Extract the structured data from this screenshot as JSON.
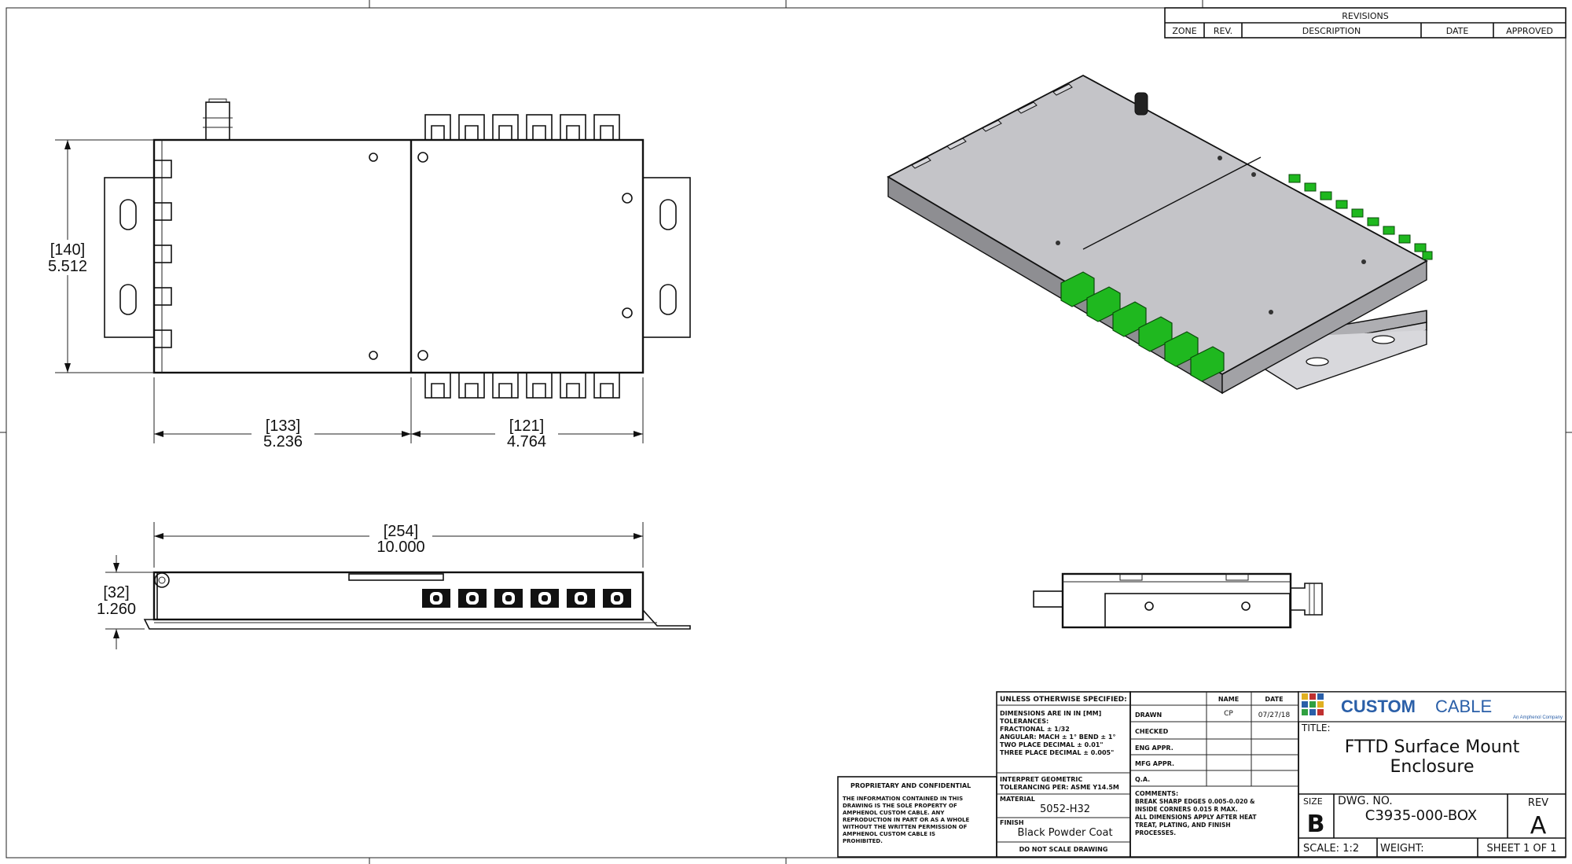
{
  "revisions": {
    "title": "REVISIONS",
    "columns": [
      "ZONE",
      "REV.",
      "DESCRIPTION",
      "DATE",
      "APPROVED"
    ]
  },
  "dimensions": {
    "height_mm": "[140]",
    "height_in": "5.512",
    "left_len_mm": "[133]",
    "left_len_in": "5.236",
    "right_len_mm": "[121]",
    "right_len_in": "4.764",
    "total_len_mm": "[254]",
    "total_len_in": "10.000",
    "depth_mm": "[32]",
    "depth_in": "1.260"
  },
  "title_block": {
    "unless": "UNLESS OTHERWISE SPECIFIED:",
    "dims_note": "DIMENSIONS ARE IN IN [MM]",
    "tolerances": "TOLERANCES:",
    "fractional": "FRACTIONAL ± 1/32",
    "angular": "ANGULAR: MACH ± 1° BEND ± 1°",
    "two_place": "TWO PLACE DECIMAL  ± 0.01\"",
    "three_place": "THREE PLACE DECIMAL ± 0.005\"",
    "interpret": "INTERPRET GEOMETRIC",
    "tol_per": "TOLERANCING PER: ASME Y14.5M",
    "material_label": "MATERIAL",
    "material": "5052-H32",
    "finish_label": "FINISH",
    "finish": "Black Powder Coat",
    "no_scale": "DO NOT SCALE DRAWING",
    "name_col": "NAME",
    "date_col": "DATE",
    "drawn": "DRAWN",
    "drawn_name": "CP",
    "drawn_date": "07/27/18",
    "checked": "CHECKED",
    "eng_appr": "ENG APPR.",
    "mfg_appr": "MFG APPR.",
    "qa": "Q.A.",
    "comments_label": "COMMENTS:",
    "comments1": "BREAK SHARP EDGES 0.005-0.020 &",
    "comments2": "INSIDE CORNERS 0.015 R MAX.",
    "comments3": "ALL DIMENSIONS APPLY AFTER HEAT",
    "comments4": "TREAT, PLATING, AND FINISH",
    "comments5": "PROCESSES.",
    "prop_title": "PROPRIETARY AND CONFIDENTIAL",
    "prop1": "THE INFORMATION CONTAINED IN THIS",
    "prop2": "DRAWING IS THE SOLE PROPERTY OF",
    "prop3": "AMPHENOL CUSTOM CABLE. ANY",
    "prop4": "REPRODUCTION IN PART OR AS A WHOLE",
    "prop5": "WITHOUT THE WRITTEN PERMISSION OF",
    "prop6": "AMPHENOL CUSTOM CABLE IS",
    "prop7": "PROHIBITED.",
    "logo_custom": "CUSTOM",
    "logo_cable": "CABLE",
    "logo_sub": "An Amphenol Company",
    "title_label": "TITLE:",
    "title1": "FTTD Surface Mount",
    "title2": "Enclosure",
    "size_label": "SIZE",
    "size": "B",
    "dwg_label": "DWG.  NO.",
    "dwg_no": "C3935-000-BOX",
    "rev_label": "REV",
    "rev": "A",
    "scale": "SCALE: 1:2",
    "weight": "WEIGHT:",
    "sheet": "SHEET 1 OF 1"
  },
  "colors": {
    "connector_green": "#1fb81f",
    "enclosure_top": "#c4c4c8",
    "enclosure_side": "#8e8e92",
    "logo_blue": "#2a5fa8"
  }
}
